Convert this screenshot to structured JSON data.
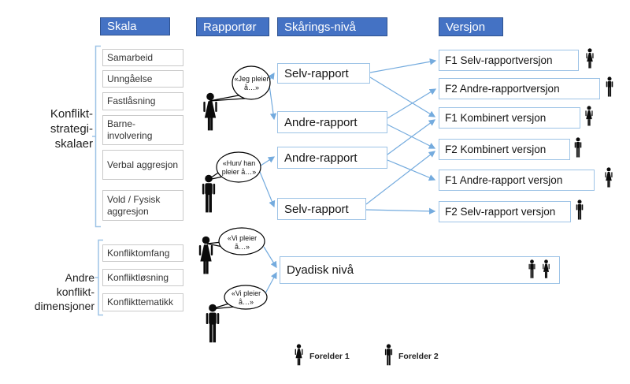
{
  "columns": {
    "skala": "Skala",
    "rapportor": "Rapportør",
    "skaringsniva": "Skårings-nivå",
    "versjon": "Versjon"
  },
  "conflict_strategy": {
    "label_lines": [
      "Konflikt-",
      "strategi-",
      "skalaer"
    ],
    "items": [
      "Samarbeid",
      "Unngåelse",
      "Fastlåsning",
      "Barne-involvering",
      "Verbal aggresjon",
      "Vold / Fysisk aggresjon"
    ]
  },
  "other_dimensions": {
    "label_lines": [
      "Andre",
      "konflikt-",
      "dimensjoner"
    ],
    "items": [
      "Konfliktomfang",
      "Konfliktløsning",
      "Konflikttematikk"
    ]
  },
  "speech_bubbles": [
    {
      "text": "«Jeg pleier å…»",
      "speaker": "Forelder 1",
      "icon": "female-icon"
    },
    {
      "text": "«Hun/ han pleier å…»",
      "speaker": "Forelder 2",
      "icon": "male-icon"
    },
    {
      "text": "«Vi pleier å…»",
      "speaker": "Forelder 1",
      "icon": "female-icon"
    },
    {
      "text": "«Vi pleier å…»",
      "speaker": "Forelder 2",
      "icon": "male-icon"
    }
  ],
  "scoring_levels": [
    "Selv-rapport",
    "Andre-rapport",
    "Andre-rapport",
    "Selv-rapport"
  ],
  "dyadic_level": "Dyadisk nivå",
  "versions": [
    {
      "label": "F1 Selv-rapportversjon",
      "icon": "female-icon"
    },
    {
      "label": "F2 Andre-rapportversjon",
      "icon": "male-icon"
    },
    {
      "label": "F1 Kombinert versjon",
      "icon": "female-icon"
    },
    {
      "label": "F2 Kombinert versjon",
      "icon": "male-icon"
    },
    {
      "label": "F1 Andre-rapport versjon",
      "icon": "female-icon"
    },
    {
      "label": "F2 Selv-rapport versjon",
      "icon": "male-icon"
    }
  ],
  "legend": [
    {
      "label": "Forelder 1",
      "icon": "female-icon"
    },
    {
      "label": "Forelder 2",
      "icon": "male-icon"
    }
  ],
  "colors": {
    "header_bg": "#4472C4",
    "header_border": "#2F528F",
    "connector_blue": "#74ABDE",
    "bracket_blue": "#9DC3E6",
    "blue_box_border": "#9DC3E6",
    "gray_box_border": "#C9C9C9"
  }
}
